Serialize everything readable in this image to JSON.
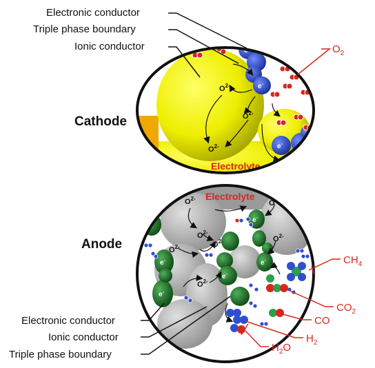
{
  "cathode": {
    "title": "Cathode",
    "electrolyte": "Electrolyte",
    "labels": {
      "electronic_conductor": "Electronic conductor",
      "triple_phase_boundary": "Triple phase boundary",
      "ionic_conductor": "Ionic conductor"
    },
    "gas": {
      "base": "O",
      "sub": "2"
    }
  },
  "anode": {
    "title": "Anode",
    "electrolyte": "Electrolyte",
    "labels": {
      "electronic_conductor": "Electronic conductor",
      "ionic_conductor": "Ionic conductor",
      "triple_phase_boundary": "Triple phase boundary"
    },
    "gases": {
      "ch4": {
        "base": "CH",
        "sub": "4"
      },
      "co2": {
        "base": "CO",
        "sub": "2"
      },
      "co": {
        "base": "CO",
        "sub": ""
      },
      "h2": {
        "base": "H",
        "sub": "2"
      },
      "h2o": {
        "base": "H",
        "sub": "2",
        "tail": "O"
      }
    }
  },
  "species": {
    "oxide_ion": {
      "base": "O",
      "sup": "2-"
    },
    "electron": {
      "base": "e",
      "sup": "-"
    }
  },
  "colors": {
    "accent_red": "#d7261e",
    "ionic_yellow": "#f2f000",
    "electronic_blue": "#2f4fd0",
    "anode_green": "#1f7a2a",
    "anode_grey": "#b9b9b9"
  }
}
